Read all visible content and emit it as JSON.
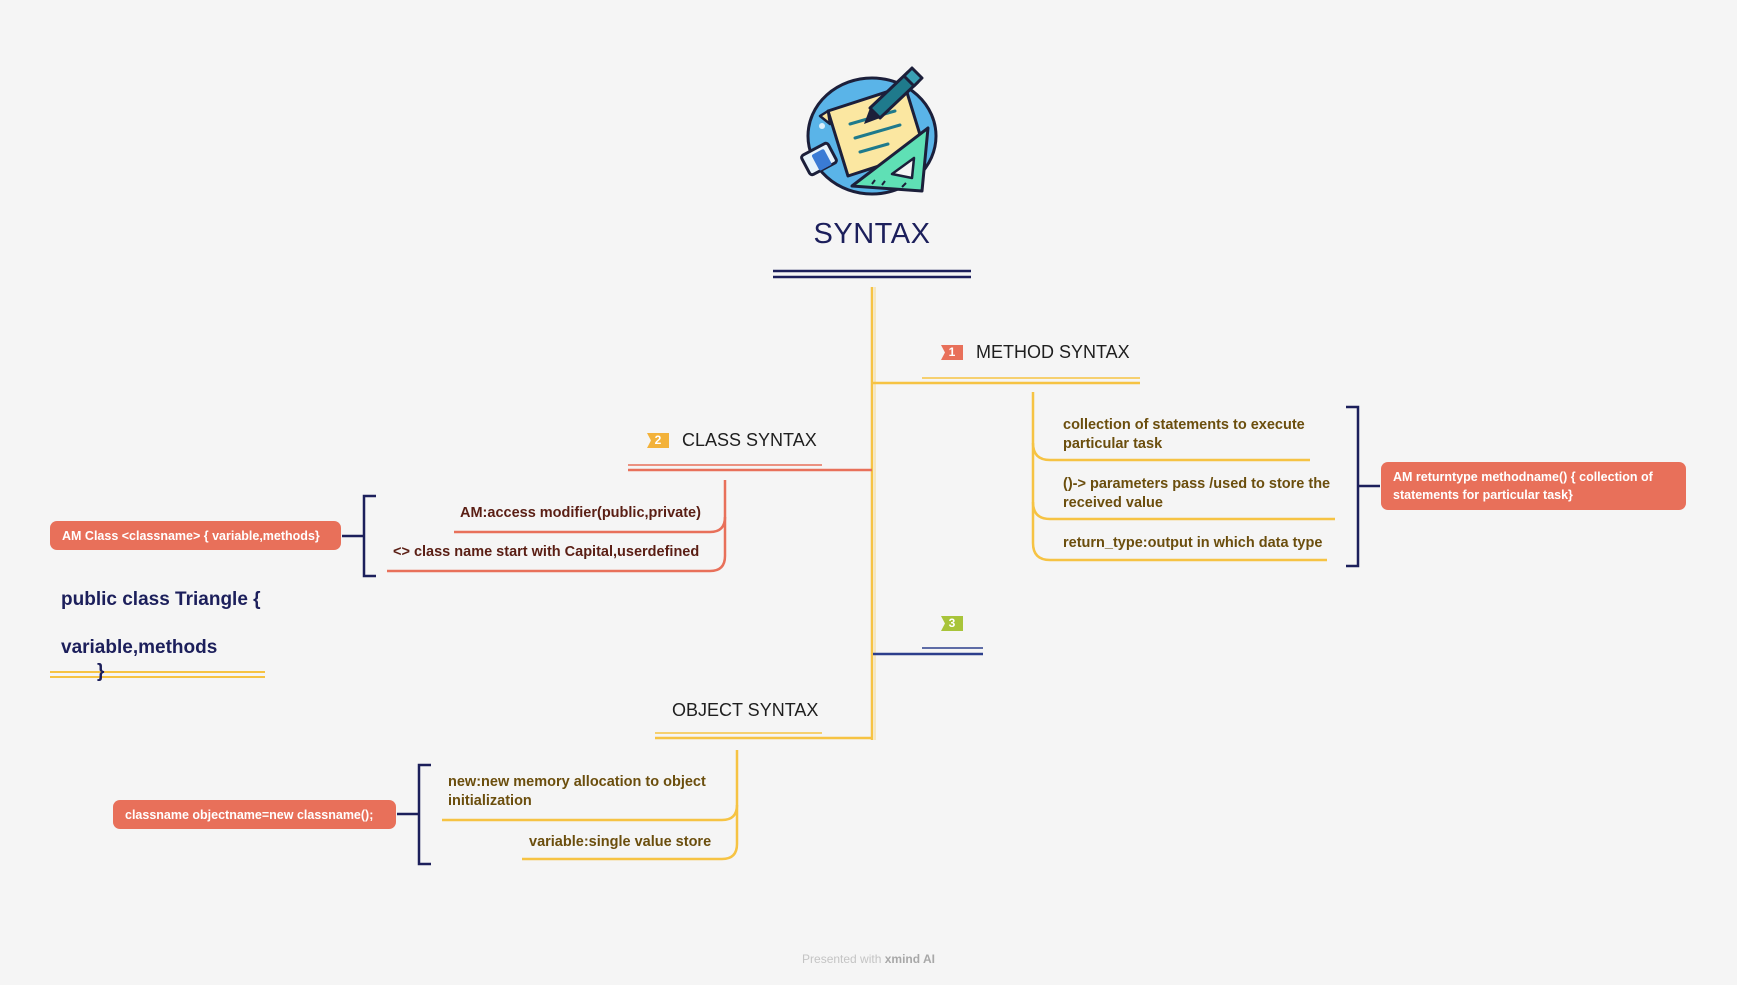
{
  "central": {
    "title": "SYNTAX",
    "icon": "notepad-pen-ruler-illustration-icon"
  },
  "branches": {
    "method": {
      "marker": "1",
      "title": "METHOD SYNTAX",
      "marker_color": "#e8705a",
      "items": [
        "collection of statements to execute particular task",
        "()-> parameters pass /used to store the received value",
        "return_type:output in which data type"
      ],
      "summary": "AM returntype methodname() { collection of statements for particular task}"
    },
    "class": {
      "marker": "2",
      "title": "CLASS SYNTAX",
      "marker_color": "#f3b23a",
      "items": [
        "AM:access modifier(public,private)",
        "<> class name start with Capital,userdefined"
      ],
      "summary": "AM Class <classname> { variable,methods}",
      "example": {
        "line1": "public class Triangle {",
        "line2": "variable,methods",
        "line3": "}"
      }
    },
    "third": {
      "marker": "3",
      "marker_color": "#a8c43a"
    },
    "object": {
      "title": "OBJECT SYNTAX",
      "items": [
        "new:new memory allocation to object initialization",
        "variable:single value store"
      ],
      "summary": "classname objectname=new classname();"
    }
  },
  "colors": {
    "background": "#f5f5f5",
    "navy": "#1c1f5b",
    "gold_line": "#f6c343",
    "salmon": "#e8705a",
    "blue_line": "#2c3e8c"
  },
  "footer": {
    "prefix": "Presented with",
    "brand": "xmind AI"
  }
}
